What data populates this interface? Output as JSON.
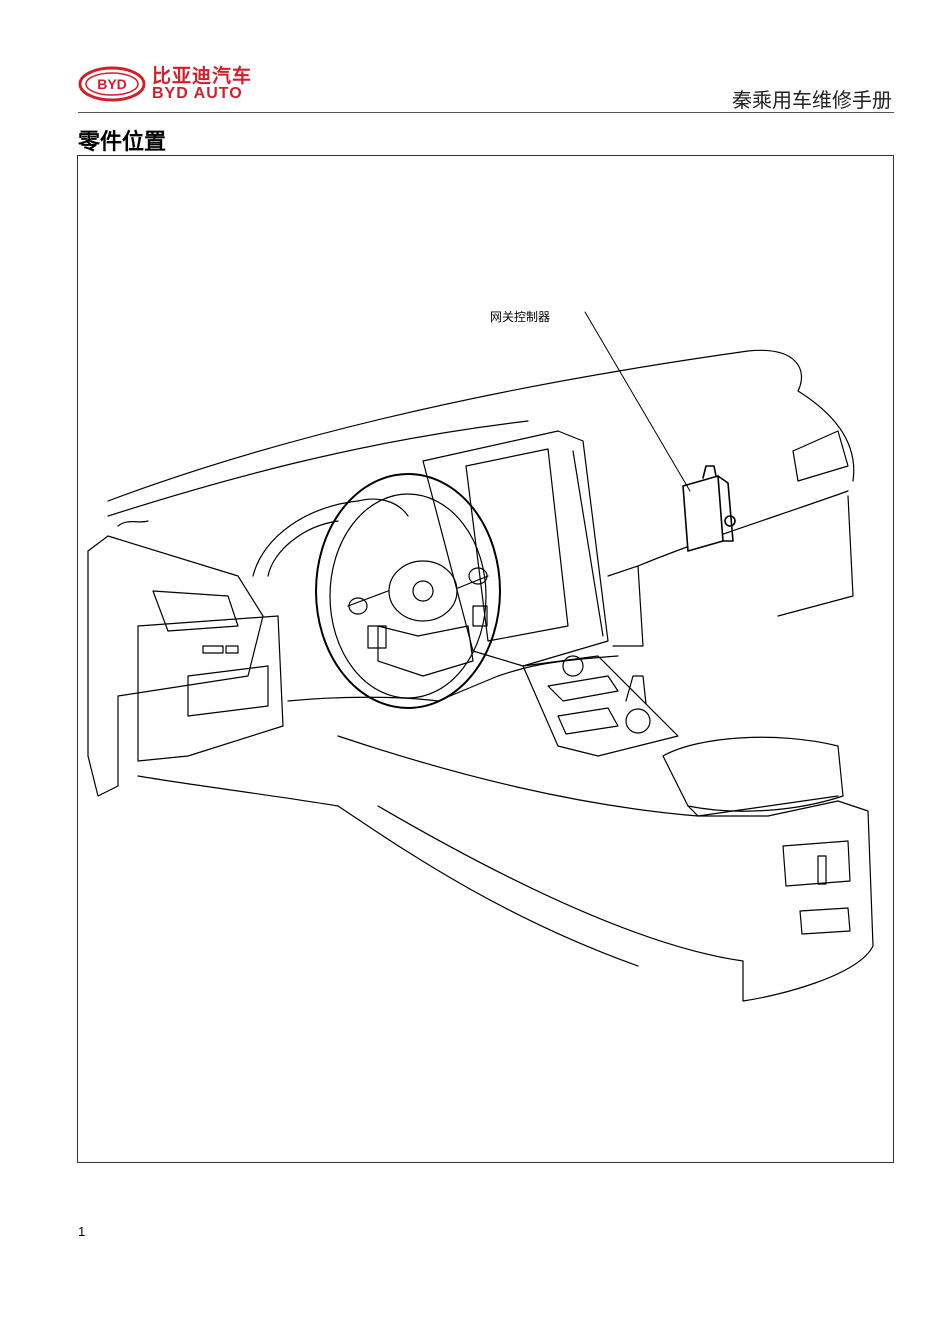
{
  "header": {
    "logo": {
      "mark_text": "BYD",
      "name_cn": "比亚迪汽车",
      "name_en": "BYD AUTO",
      "brand_color": "#d0202a"
    },
    "manual_title": "秦乘用车维修手册"
  },
  "section": {
    "title": "零件位置"
  },
  "figure": {
    "subject": "instrument-panel-line-drawing",
    "callouts": [
      {
        "label": "网关控制器"
      }
    ]
  },
  "footer": {
    "page_number": "1"
  }
}
